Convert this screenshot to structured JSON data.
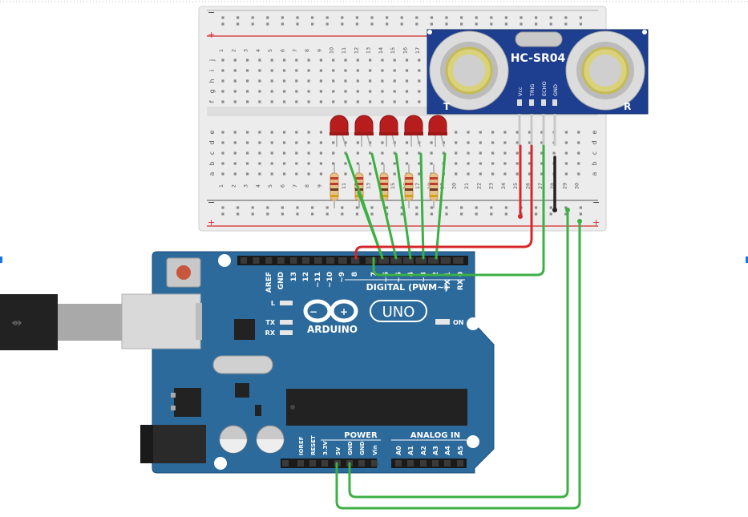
{
  "breadboard": {
    "columns": [
      "1",
      "2",
      "3",
      "4",
      "5",
      "6",
      "7",
      "8",
      "9",
      "10",
      "11",
      "12",
      "13",
      "14",
      "15",
      "16",
      "17",
      "18",
      "19",
      "20",
      "21",
      "22",
      "23",
      "24",
      "25",
      "26",
      "27",
      "28",
      "29",
      "30"
    ],
    "rows_top": [
      "j",
      "i",
      "h",
      "g",
      "f"
    ],
    "rows_bottom": [
      "e",
      "d",
      "c",
      "b",
      "a"
    ],
    "rail_plus": "+",
    "rail_minus": "−"
  },
  "sensor": {
    "model": "HC-SR04",
    "pins": [
      "Vcc",
      "TRIG",
      "ECHO",
      "GND"
    ],
    "transmitter": "T",
    "receiver": "R"
  },
  "arduino": {
    "brand": "ARDUINO",
    "model": "UNO",
    "digital_title": "DIGITAL (PWM~)",
    "digital_pins": [
      "AREF",
      "GND",
      "13",
      "12",
      "~11",
      "~10",
      "~9",
      "8",
      "7",
      "~6",
      "~5",
      "4",
      "~3",
      "2",
      "TX 1",
      "RX 0"
    ],
    "power_title": "POWER",
    "power_pins": [
      "IOREF",
      "RESET",
      "3.3V",
      "5V",
      "GND",
      "GND",
      "Vin"
    ],
    "analog_title": "ANALOG IN",
    "analog_pins": [
      "A0",
      "A1",
      "A2",
      "A3",
      "A4",
      "A5"
    ],
    "led_labels": [
      "L",
      "TX",
      "RX"
    ],
    "on_label": "ON"
  },
  "colors": {
    "board_blue": "#2c6a9b",
    "board_dark": "#1f4f78",
    "wire_green": "#3cb043",
    "wire_red": "#d62828",
    "wire_black": "#222222",
    "led_red": "#b81d1d",
    "breadboard": "#ececec"
  }
}
